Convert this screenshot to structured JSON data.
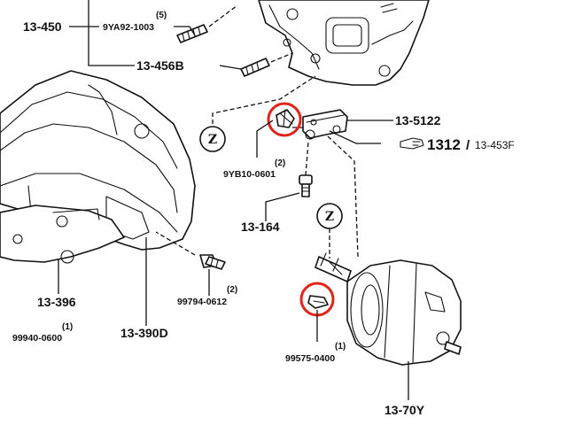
{
  "diagram": {
    "labels": {
      "p13_450": "13-450",
      "p9ya92": "9YA92-1003",
      "p9ya92_qty": "(5)",
      "p13_456b": "13-456B",
      "p13_5122": "13-5122",
      "p1312": "1312",
      "p1312_sep": "/",
      "p13_453f": "13-453F",
      "p9yb10": "9YB10-0601",
      "p9yb10_qty": "(2)",
      "p13_164": "13-164",
      "p13_396": "13-396",
      "p99794": "99794-0612",
      "p99794_qty": "(2)",
      "p99940": "99940-0600",
      "p99940_qty": "(1)",
      "p13_390d": "13-390D",
      "p99575": "99575-0400",
      "p99575_qty": "(1)",
      "p13_70y": "13-70Y"
    },
    "z_marks": [
      "Z",
      "Z"
    ],
    "pointer_icon": "pointing-hand-icon",
    "highlight_color": "#e0231b"
  }
}
